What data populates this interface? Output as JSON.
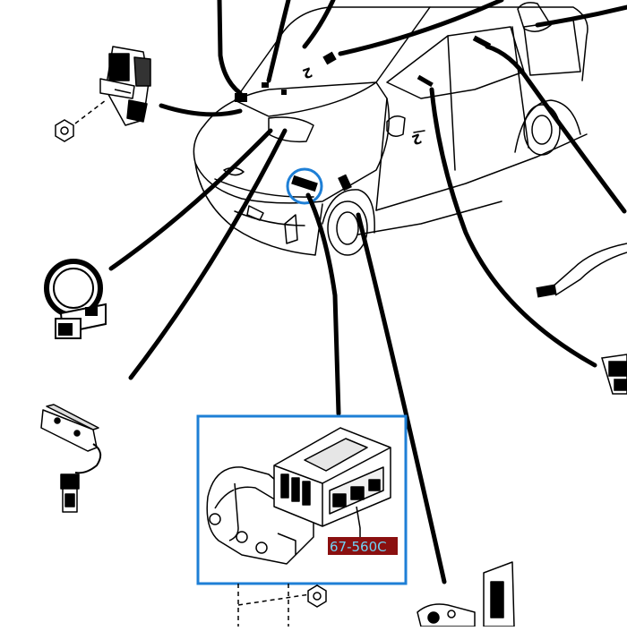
{
  "diagram": {
    "inset_part_label": "67-560C",
    "callout_number_glyph": "2",
    "colors": {
      "line": "#000000",
      "inset_border": "#1e7fd6",
      "highlight_circle": "#1e7fd6",
      "label_background": "#8a1010",
      "label_text": "#6fd3f5",
      "background": "#ffffff"
    },
    "components": [
      {
        "name": "relay-bracket-top-left",
        "icon": "relay-bracket-icon"
      },
      {
        "name": "hex-nut-left",
        "icon": "nut-icon"
      },
      {
        "name": "coil-antenna-left",
        "icon": "ring-antenna-icon"
      },
      {
        "name": "sensor-with-lead-left",
        "icon": "sensor-icon"
      },
      {
        "name": "control-module-inset",
        "icon": "module-icon"
      },
      {
        "name": "connector-bottom-right",
        "icon": "connector-icon"
      },
      {
        "name": "connector-right",
        "icon": "connector-icon"
      },
      {
        "name": "wiring-strip-right",
        "icon": "cable-icon"
      }
    ]
  }
}
